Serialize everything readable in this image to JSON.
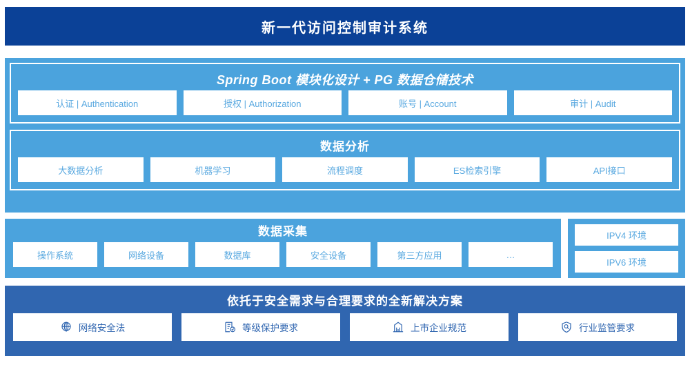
{
  "header": {
    "title": "新一代访问控制审计系统"
  },
  "architecture": {
    "spring": {
      "title": "Spring Boot 模块化设计 + PG 数据仓储技术",
      "cards": [
        {
          "label": "认证 | Authentication"
        },
        {
          "label": "授权 | Authorization"
        },
        {
          "label": "账号 | Account"
        },
        {
          "label": "审计 | Audit"
        }
      ]
    },
    "analysis": {
      "title": "数据分析",
      "cards": [
        {
          "label": "大数据分析"
        },
        {
          "label": "机器学习"
        },
        {
          "label": "流程调度"
        },
        {
          "label": "ES检索引擎"
        },
        {
          "label": "API接口"
        }
      ]
    }
  },
  "collection": {
    "title": "数据采集",
    "cards": [
      {
        "label": "操作系统"
      },
      {
        "label": "网络设备"
      },
      {
        "label": "数据库"
      },
      {
        "label": "安全设备"
      },
      {
        "label": "第三方应用"
      },
      {
        "label": "…"
      }
    ]
  },
  "environment": {
    "cards": [
      {
        "label": "IPV4 环境"
      },
      {
        "label": "IPV6 环境"
      }
    ]
  },
  "compliance": {
    "title": "依托于安全需求与合理要求的全新解决方案",
    "cards": [
      {
        "icon": "globe-icon",
        "label": "网络安全法"
      },
      {
        "icon": "document-check-icon",
        "label": "等级保护要求"
      },
      {
        "icon": "building-icon",
        "label": "上市企业规范"
      },
      {
        "icon": "shield-search-icon",
        "label": "行业监管要求"
      }
    ]
  },
  "colors": {
    "header_navy": "#0b4197",
    "panel_blue": "#4ba3dd",
    "bottom_blue": "#3066b0",
    "card_white": "#ffffff",
    "card_text_blue": "#5aa9e0"
  }
}
